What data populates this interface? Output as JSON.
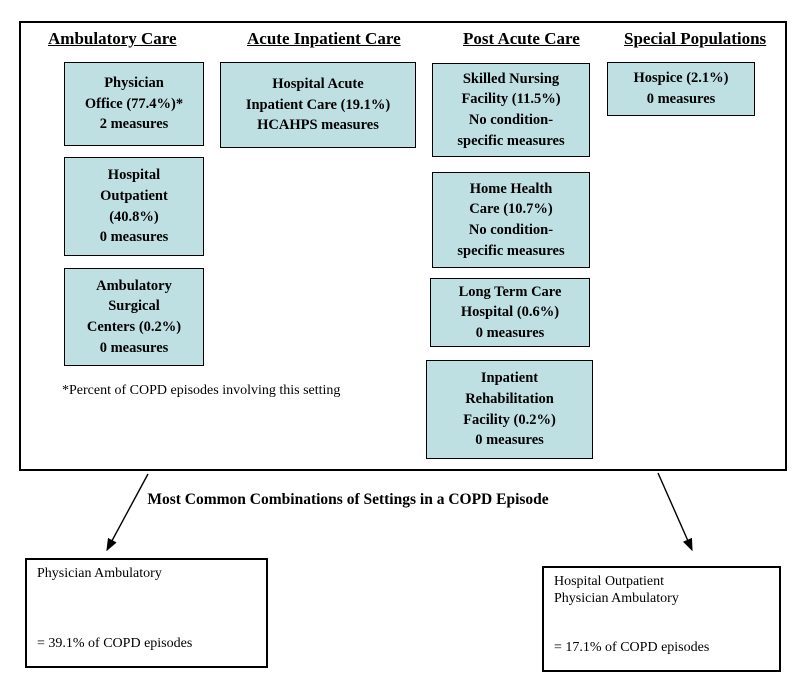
{
  "diagram": {
    "box_fill_color": "#bfe0e3",
    "border_color": "#000000",
    "columns": [
      {
        "header": "Ambulatory Care",
        "boxes": [
          {
            "text": "Physician\nOffice (77.4%)*\n2 measures"
          },
          {
            "text": "Hospital\nOutpatient\n(40.8%)\n0 measures"
          },
          {
            "text": "Ambulatory\nSurgical\nCenters (0.2%)\n0 measures"
          }
        ]
      },
      {
        "header": "Acute Inpatient Care",
        "boxes": [
          {
            "text": "Hospital Acute\nInpatient Care (19.1%)\nHCAHPS measures"
          }
        ]
      },
      {
        "header": "Post Acute Care",
        "boxes": [
          {
            "text": "Skilled Nursing\nFacility (11.5%)\nNo condition-\nspecific measures"
          },
          {
            "text": "Home Health\nCare (10.7%)\nNo condition-\nspecific measures"
          },
          {
            "text": "Long Term Care\nHospital (0.6%)\n0 measures"
          },
          {
            "text": "Inpatient\nRehabilitation\nFacility (0.2%)\n0 measures"
          }
        ]
      },
      {
        "header": "Special Populations",
        "boxes": [
          {
            "text": "Hospice (2.1%)\n0 measures"
          }
        ]
      }
    ],
    "footnote": "*Percent of COPD episodes involving this setting"
  },
  "combinations": {
    "title": "Most Common Combinations of Settings in a COPD Episode",
    "items": [
      {
        "settings": "Physician Ambulatory",
        "share": "= 39.1% of COPD episodes"
      },
      {
        "settings": "Hospital Outpatient\nPhysician Ambulatory",
        "share": "= 17.1% of COPD episodes"
      }
    ]
  }
}
